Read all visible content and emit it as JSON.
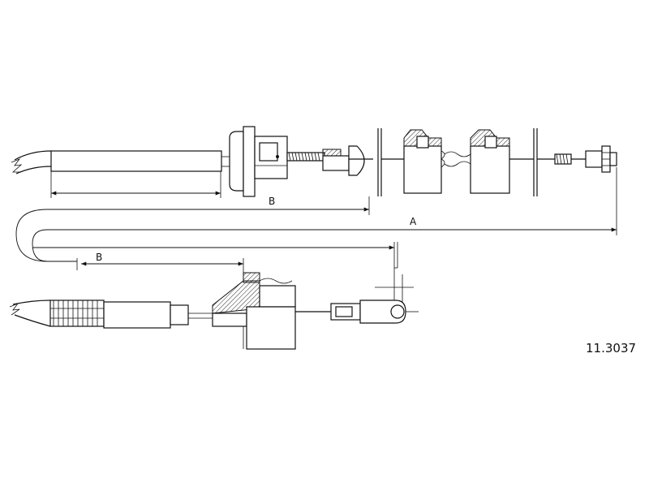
{
  "diagram": {
    "dimension_labels": {
      "upper_b": "B",
      "overall_a": "A",
      "lower_b": "B"
    }
  },
  "part_number": "11.3037",
  "colors": {
    "line": "#111111",
    "background": "#ffffff"
  }
}
